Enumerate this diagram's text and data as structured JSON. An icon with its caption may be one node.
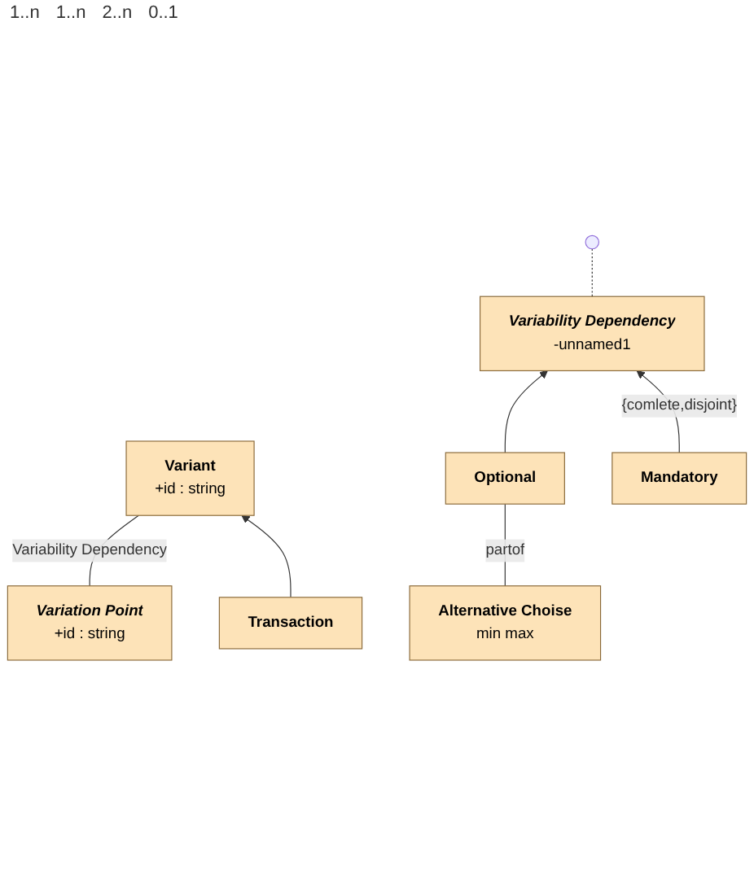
{
  "diagram": {
    "nodes": [
      {
        "text": [
          "Variation Point",
          "+id : string"
        ]
      },
      {
        "text": [
          "Variant",
          "+id : string"
        ]
      },
      {
        "text": [
          "Variability Dependency",
          "-unnamed1"
        ]
      },
      {
        "text": [
          "Transaction"
        ]
      },
      {
        "text": [
          "Optional"
        ]
      },
      {
        "text": [
          "Mandatory"
        ]
      },
      {
        "text": [
          "Alternative Choise",
          "min max"
        ]
      }
    ],
    "edges": [
      {
        "from": 0,
        "to": 1,
        "arrow": "none",
        "label": "Variability Dependency"
      },
      {
        "from": null,
        "to": 2,
        "arrow": "none",
        "style": "dashed"
      },
      {
        "from": 3,
        "to": 1,
        "arrow": "to"
      },
      {
        "from": 4,
        "to": 2,
        "arrow": "to"
      },
      {
        "from": 5,
        "to": 2,
        "arrow": "to",
        "label": "{comlete,disjoint}"
      },
      {
        "from": 4,
        "to": 6,
        "arrow": "none",
        "label": "partof"
      }
    ],
    "labels": [
      "1..n",
      "1..n",
      "2..n",
      "0..1"
    ]
  }
}
